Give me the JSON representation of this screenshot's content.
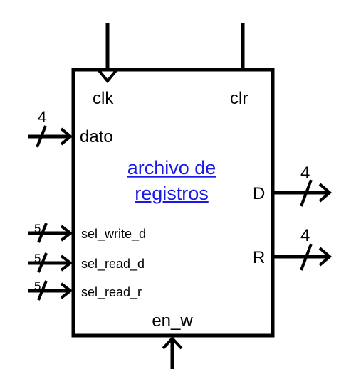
{
  "block": {
    "title_line1": "archivo de",
    "title_line2": "registros"
  },
  "ports": {
    "clk": "clk",
    "clr": "clr",
    "dato": "dato",
    "sel_write_d": "sel_write_d",
    "sel_read_d": "sel_read_d",
    "sel_read_r": "sel_read_r",
    "en_w": "en_w",
    "D": "D",
    "R": "R"
  },
  "bus_widths": {
    "dato": "4",
    "sel_write_d": "5",
    "sel_read_d": "5",
    "sel_read_r": "5",
    "D": "4",
    "R": "4"
  },
  "colors": {
    "stroke": "#000000",
    "title_link": "#1a1ae6"
  }
}
